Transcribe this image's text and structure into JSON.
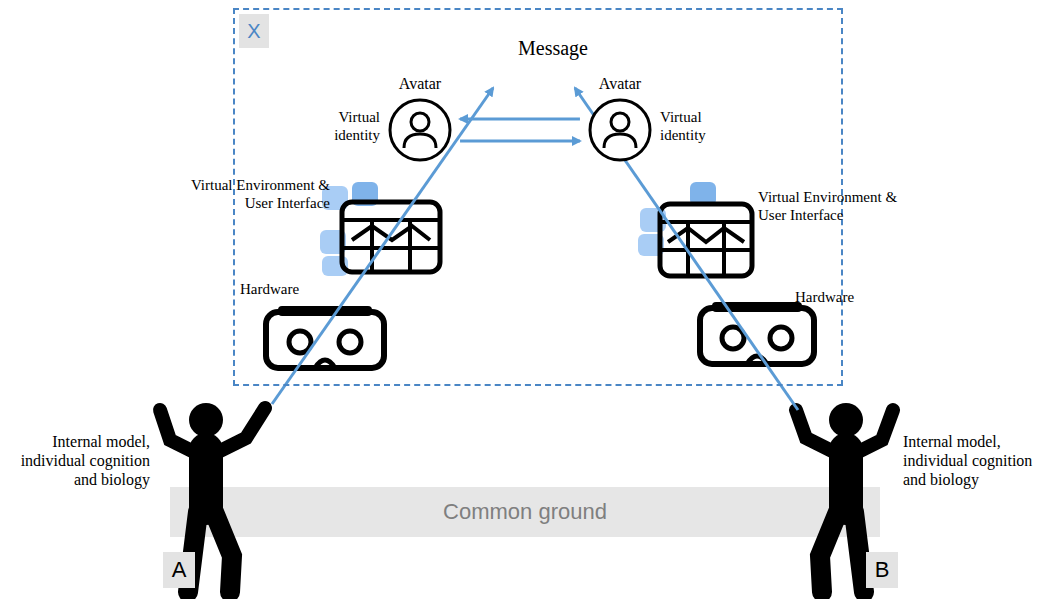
{
  "diagram": {
    "nodes": [
      {
        "text": [
          "X"
        ]
      },
      {
        "text": [
          "Avatar",
          "Virtual identity"
        ],
        "in": 0
      },
      {
        "text": [
          "Avatar",
          "Virtual identity"
        ],
        "in": 0
      },
      {
        "text": [
          "Common ground"
        ]
      },
      {
        "text": [
          "A"
        ]
      },
      {
        "text": [
          "B"
        ]
      }
    ],
    "edges": [
      {
        "from": 2,
        "to": 1,
        "arrow": "to"
      },
      {
        "from": 1,
        "to": 2,
        "arrow": "to"
      }
    ],
    "labels": [
      "Message",
      "Virtual Environment & User Interface",
      "Virtual Environment & User Interface",
      "Hardware",
      "Hardware",
      "Internal model, individual cognition and biology",
      "Internal model, individual cognition and biology"
    ]
  }
}
